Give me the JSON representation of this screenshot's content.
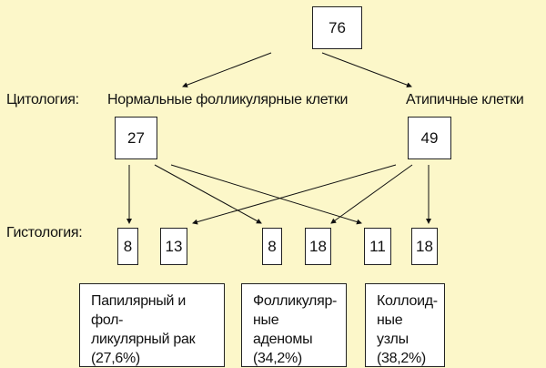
{
  "root": {
    "value": "76"
  },
  "cytology": {
    "label": "Цитология:",
    "normal": {
      "label": "Нормальные фолликулярные клетки",
      "value": "27"
    },
    "atypical": {
      "label": "Атипичные клетки",
      "value": "49"
    }
  },
  "histology": {
    "label": "Гистология:",
    "values": [
      "8",
      "13",
      "8",
      "18",
      "11",
      "18"
    ]
  },
  "outcomes": [
    {
      "lines": [
        "Папилярный и фол-",
        "ликулярный рак",
        "(27,6%)"
      ]
    },
    {
      "lines": [
        "Фолликуляр-",
        "ные аденомы",
        "(34,2%)"
      ]
    },
    {
      "lines": [
        "Коллоид-",
        "ные узлы",
        "(38,2%)"
      ]
    }
  ]
}
